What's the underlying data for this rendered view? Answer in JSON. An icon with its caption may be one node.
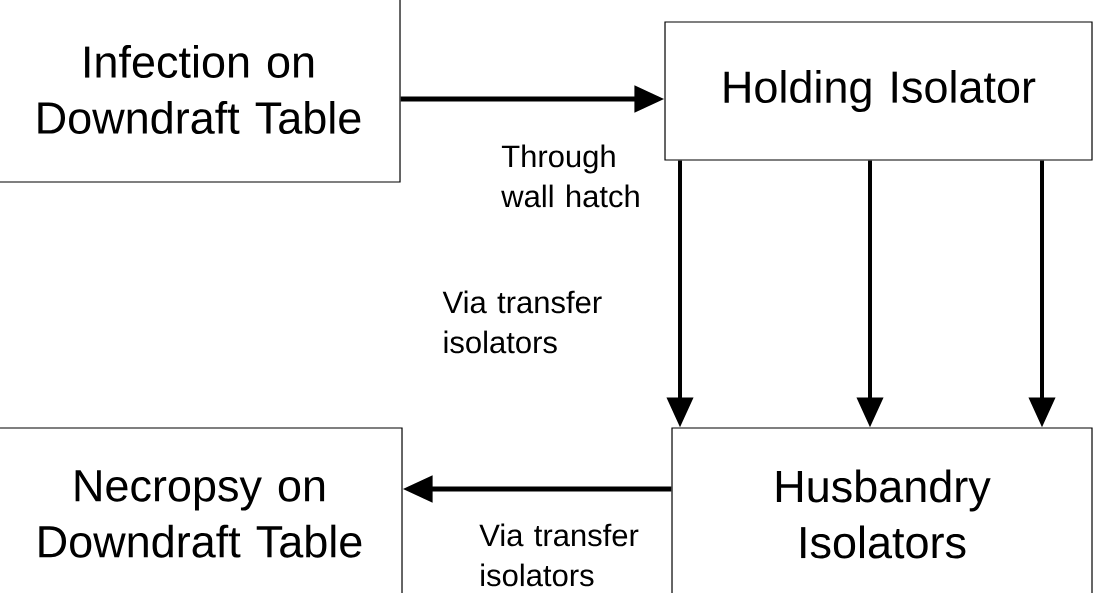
{
  "diagram": {
    "nodes": [
      {
        "text": [
          "Infection on Downdraft Table"
        ]
      },
      {
        "text": [
          "Holding Isolator"
        ]
      },
      {
        "text": [
          "Necropsy on Downdraft Table"
        ]
      },
      {
        "text": [
          "Husbandry Isolators"
        ]
      }
    ],
    "edges": [
      {
        "from": 0,
        "to": 1,
        "arrow": "to",
        "label": "Through wall hatch"
      },
      {
        "from": 1,
        "to": 3,
        "arrow": "to",
        "label": "Via transfer isolators"
      },
      {
        "from": 1,
        "to": 3,
        "arrow": "to"
      },
      {
        "from": 1,
        "to": 3,
        "arrow": "to"
      },
      {
        "from": 3,
        "to": 2,
        "arrow": "to",
        "label": "Via transfer isolators"
      }
    ]
  }
}
